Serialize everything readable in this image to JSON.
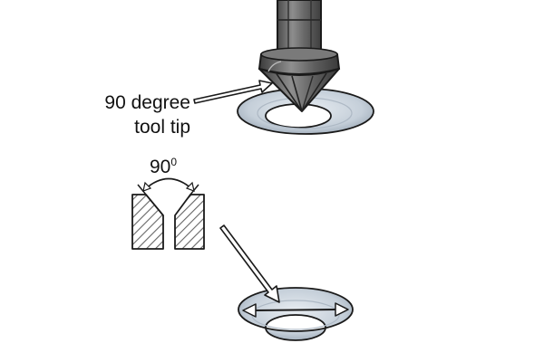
{
  "labels": {
    "tool_tip_line1": "90 degree",
    "tool_tip_line2": "tool tip",
    "angle_value": "90",
    "angle_superscript": "0"
  },
  "colors": {
    "outline": "#1a1a1a",
    "bit_dark": "#5a5a5a",
    "bit_light": "#9a9a9a",
    "washer": "#c9d2dc",
    "washer_shadow": "#9aa7b5",
    "hatch": "#777777",
    "background": "#ffffff"
  },
  "icons": {
    "bit": "countersink-bit-icon",
    "arrow": "pointer-arrow-icon"
  }
}
